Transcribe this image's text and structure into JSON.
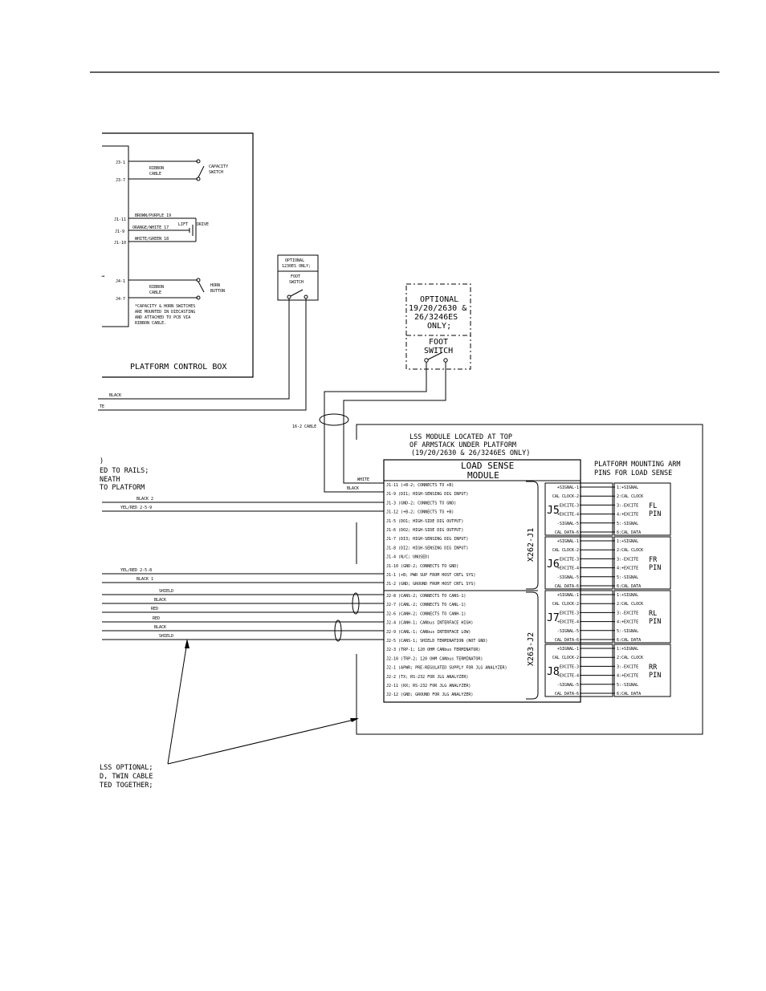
{
  "platform_box": {
    "title": "PLATFORM CONTROL BOX",
    "terminals": [
      "J3-1",
      "J3-7",
      "J1-11",
      "J1-9",
      "J1-10",
      "J4-1",
      "J4-7"
    ],
    "ribbon_cable_1": [
      "RIBBON",
      "CABLE"
    ],
    "capacity_switch": [
      "CAPACITY",
      "SWITCH"
    ],
    "wires": [
      "BROWN/PURPLE 19",
      "ORANGE/WHITE 17",
      "WHITE/GREEN 18"
    ],
    "lift": "LIFT",
    "drive": "DRIVE",
    "ribbon_cable_2": [
      "RIBBON",
      "CABLE"
    ],
    "horn_button": [
      "HORN",
      "BUTTON"
    ],
    "note": [
      "*CAPACITY & HORN SWITCHES",
      "ARE MOUNTED IN DIECASTING",
      "AND ATTACHED TO PCB VIA",
      "RIBBON CABLE."
    ]
  },
  "foot_switch_1": {
    "header": [
      "OPTIONAL",
      "1230ES ONLY;"
    ],
    "label": [
      "FOOT",
      "SWITCH"
    ]
  },
  "foot_switch_2": {
    "header": [
      "OPTIONAL",
      "19/20/2630 &",
      "26/3246ES",
      "ONLY;"
    ],
    "label": [
      "FOOT",
      "SWITCH"
    ]
  },
  "wire_labels": {
    "black_top": "BLACK",
    "te": "TE",
    "cable": "16-2 CABLE",
    "white": "WHITE",
    "black_j1": "BLACK",
    "black2": "BLACK 2",
    "yel_red_1": "YEL/RED 2-5-9",
    "yel_red_2": "YEL/RED 2-5-8",
    "black1": "BLACK 1",
    "shield_1": "SHIELD",
    "black_a": "BLACK",
    "red_a": "RED",
    "red_b": "RED",
    "black_b": "BLACK",
    "shield_2": "SHIELD"
  },
  "left_notes": {
    "rails": [
      ")",
      "ED TO RAILS;",
      "NEATH",
      "TO PLATFORM"
    ],
    "lss": [
      "LSS OPTIONAL;",
      "D, TWIN CABLE",
      "TED TOGETHER;"
    ]
  },
  "lss_location": [
    "LSS MODULE LOCATED AT TOP",
    "OF ARMSTACK UNDER PLATFORM",
    "(19/20/2630 & 26/3246ES ONLY)"
  ],
  "module": {
    "title": [
      "LOAD SENSE",
      "MODULE"
    ],
    "j1_pins": [
      "J1-11 (+B-2; CONNECTS TO +B)",
      "J1-9 (DI1; HIGH-SENSING DIG INPUT)",
      "J1-3 (GND-2; CONNECTS TO GND)",
      "J1-12 (+B-2; CONNECTS TO +B)",
      "J1-5 (DO1; HIGH-SIDE DIG OUTPUT)",
      "J1-6 (DO2; HIGH-SIDE DIG OUTPUT)",
      "J1-7 (DI3; HIGH-SENSING DIG INPUT)",
      "J1-8 (DI2; HIGH-SENSING DIG INPUT)",
      "J1-4 (N/C; UNUSED)",
      "J1-10 (GND-2; CONNECTS TO GND)",
      "J1-1 (+B; PWR SUP FROM HOST CNTL SYS)",
      "J1-2 (GND; GROUND FROM HOST CNTL SYS)"
    ],
    "j2_pins": [
      "J2-8 (CANS-2; CONNECTS TO CANS-1)",
      "J2-7 (CANL-2; CONNECTS TO CANL-1)",
      "J2-6 (CANH-2; CONNECTS TO CANH-1)",
      "J2-4 (CANH-1; CANbus INTERFACE HIGH)",
      "J2-9 (CANL-1; CANbus INTERFACE LOW)",
      "J2-5 (CANS-1; SHIELD TERMINATION (NOT GND)",
      "J2-3 (TRP-1; 120 OHM CANbus TERMINATOR)",
      "J2-10 (TRP-2; 120 OHM CANbus TERMINATOR)",
      "J2-1 (APWR; PRE-REGULATED SUPPLY FOR JLG ANALYZER)",
      "J2-2 (TX; RS-232 FOR JLG ANALYZER)",
      "J2-11 (RX; RS-232 FOR JLG ANALYZER)",
      "J2-12 (GND; GROUND FOR JLG ANALYZER)"
    ],
    "conn_j1": "X262-J1",
    "conn_j2": "X263-J2"
  },
  "mounting_header": [
    "PLATFORM MOUNTING ARM",
    "PINS FOR LOAD SENSE"
  ],
  "sensor_pins_left": [
    "+SIGNAL-1",
    "CAL CLOCK-2",
    "-EXCITE-3",
    "+EXCITE-4",
    "-SIGNAL-5",
    "CAL DATA-6"
  ],
  "sensors": [
    {
      "conn": "J5",
      "name": [
        "FL",
        "PIN"
      ],
      "pins": [
        "1:+SIGNAL",
        "2:CAL CLOCK",
        "3:-EXCITE",
        "4:+EXCITE",
        "5:-SIGNAL",
        "6:CAL DATA"
      ]
    },
    {
      "conn": "J6",
      "name": [
        "FR",
        "PIN"
      ],
      "pins": [
        "1:+SIGNAL",
        "2:CAL CLOCK",
        "3:-EXCITE",
        "4:+EXCITE",
        "5:-SIGNAL",
        "6:CAL DATA"
      ]
    },
    {
      "conn": "J7",
      "name": [
        "RL",
        "PIN"
      ],
      "pins": [
        "1:+SIGNAL",
        "2:CAL CLOCK",
        "3:-EXCITE",
        "4:+EXCITE",
        "5:-SIGNAL",
        "6:CAL DATA"
      ]
    },
    {
      "conn": "J8",
      "name": [
        "RR",
        "PIN"
      ],
      "pins": [
        "1:+SIGNAL",
        "2:CAL CLOCK",
        "3:-EXCITE",
        "4:+EXCITE",
        "5:-SIGNAL",
        "6:CAL DATA"
      ]
    }
  ]
}
